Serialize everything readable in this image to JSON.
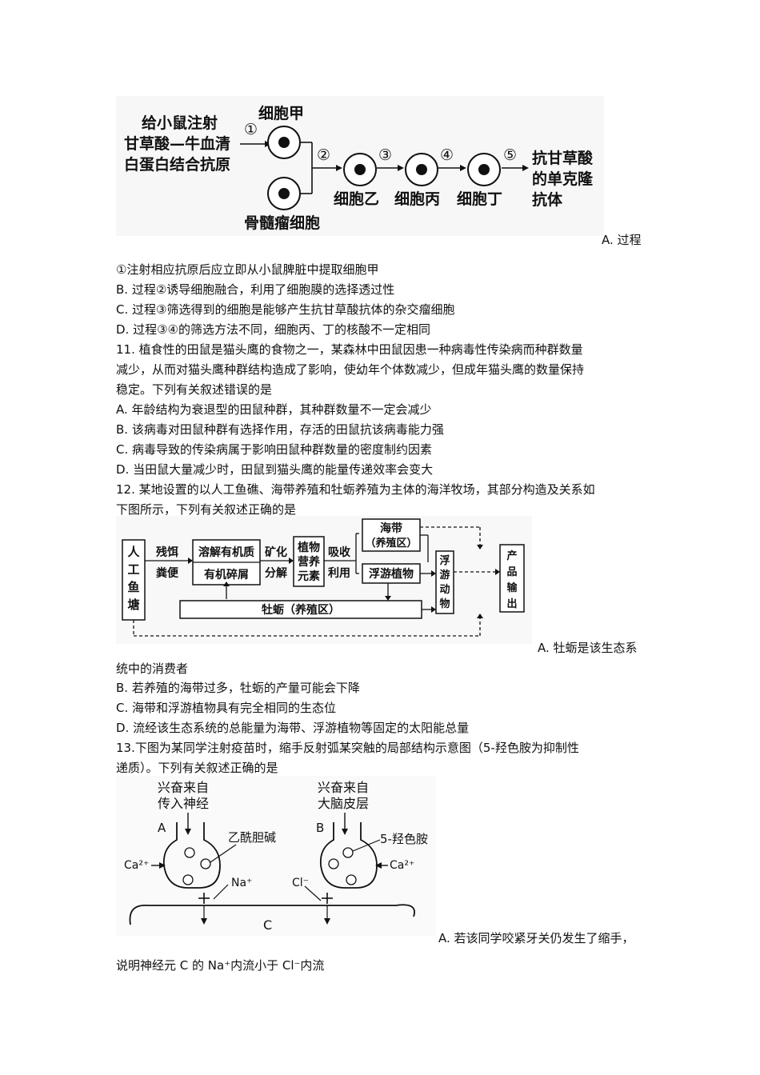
{
  "fig1": {
    "input_lines": [
      "给小鼠注射",
      "甘草酸—牛血清",
      "白蛋白结合抗原"
    ],
    "steps": [
      "①",
      "②",
      "③",
      "④",
      "⑤"
    ],
    "cell_jia": "细胞甲",
    "myeloma": "骨髓瘤细胞",
    "cell_yi": "细胞乙",
    "cell_bing": "细胞丙",
    "cell_ding": "细胞丁",
    "output_lines": [
      "抗甘草酸",
      "的单克隆",
      "抗体"
    ]
  },
  "q10": {
    "a_tail": "A. 过程",
    "a_cont": "①注射相应抗原后应立即从小鼠脾脏中提取细胞甲",
    "b": "B. 过程②诱导细胞融合，利用了细胞膜的选择透过性",
    "c": "C. 过程③筛选得到的细胞是能够产生抗甘草酸抗体的杂交瘤细胞",
    "d": "D. 过程③④的筛选方法不同，细胞丙、丁的核酸不一定相同"
  },
  "q11": {
    "stem1": "11.  植食性的田鼠是猫头鹰的食物之一，某森林中田鼠因患一种病毒性传染病而种群数量",
    "stem2": "减少，从而对猫头鹰种群结构造成了影响，使幼年个体数减少，但成年猫头鹰的数量保持",
    "stem3": "稳定。下列有关叙述错误的是",
    "a": "A. 年龄结构为衰退型的田鼠种群，其种群数量不一定会减少",
    "b": "B. 该病毒对田鼠种群有选择作用，存活的田鼠抗该病毒能力强",
    "c": "C. 病毒导致的传染病属于影响田鼠种群数量的密度制约因素",
    "d": "D. 当田鼠大量减少时，田鼠到猫头鹰的能量传递效率会变大"
  },
  "q12": {
    "stem1": "12. 某地设置的以人工鱼礁、海带养殖和牡蛎养殖为主体的海洋牧场，其部分构造及关系如",
    "stem2": "下图所示，下列有关叙述正确的是",
    "a_tail": "A. 牡蛎是该生态系",
    "a_cont": "统中的消费者",
    "b": "B. 若养殖的海带过多，牡蛎的产量可能会下降",
    "c": "C. 海带和浮游植物具有完全相同的生态位",
    "d": "D. 流经该生态系统的总能量为海带、浮游植物等固定的太阳能总量"
  },
  "fig2": {
    "pond": [
      "人",
      "工",
      "鱼",
      "塘"
    ],
    "feed": [
      "残饵",
      "粪便"
    ],
    "organic1": "溶解有机质",
    "organic2": "有机碎屑",
    "mineral": [
      "矿化",
      "分解"
    ],
    "nutrient": [
      "植物",
      "营养",
      "元素"
    ],
    "absorb": [
      "吸收",
      "利用"
    ],
    "kelp": [
      "海带",
      "（养殖区）"
    ],
    "phyto": "浮游植物",
    "zoo": [
      "浮",
      "游",
      "动",
      "物"
    ],
    "product": [
      "产",
      "品",
      "输",
      "出"
    ],
    "oyster": "牡蛎（养殖区）"
  },
  "q13": {
    "stem1": "13.下图为某同学注射疫苗时，缩手反射弧某突触的局部结构示意图（5-羟色胺为抑制性",
    "stem2": "递质）。下列有关叙述正确的是",
    "a_tail": "A. 若该同学咬紧牙关仍发生了缩手，",
    "a_cont": "说明神经元 C 的 Na⁺内流小于 Cl⁻内流"
  },
  "fig3": {
    "left_src": [
      "兴奋来自",
      "传入神经"
    ],
    "right_src": [
      "兴奋来自",
      "大脑皮层"
    ],
    "label_a": "A",
    "label_b": "B",
    "label_c": "C",
    "ach": "乙酰胆碱",
    "serotonin": "5-羟色胺",
    "ca": "Ca²⁺",
    "na": "Na⁺",
    "cl": "Cl⁻"
  }
}
